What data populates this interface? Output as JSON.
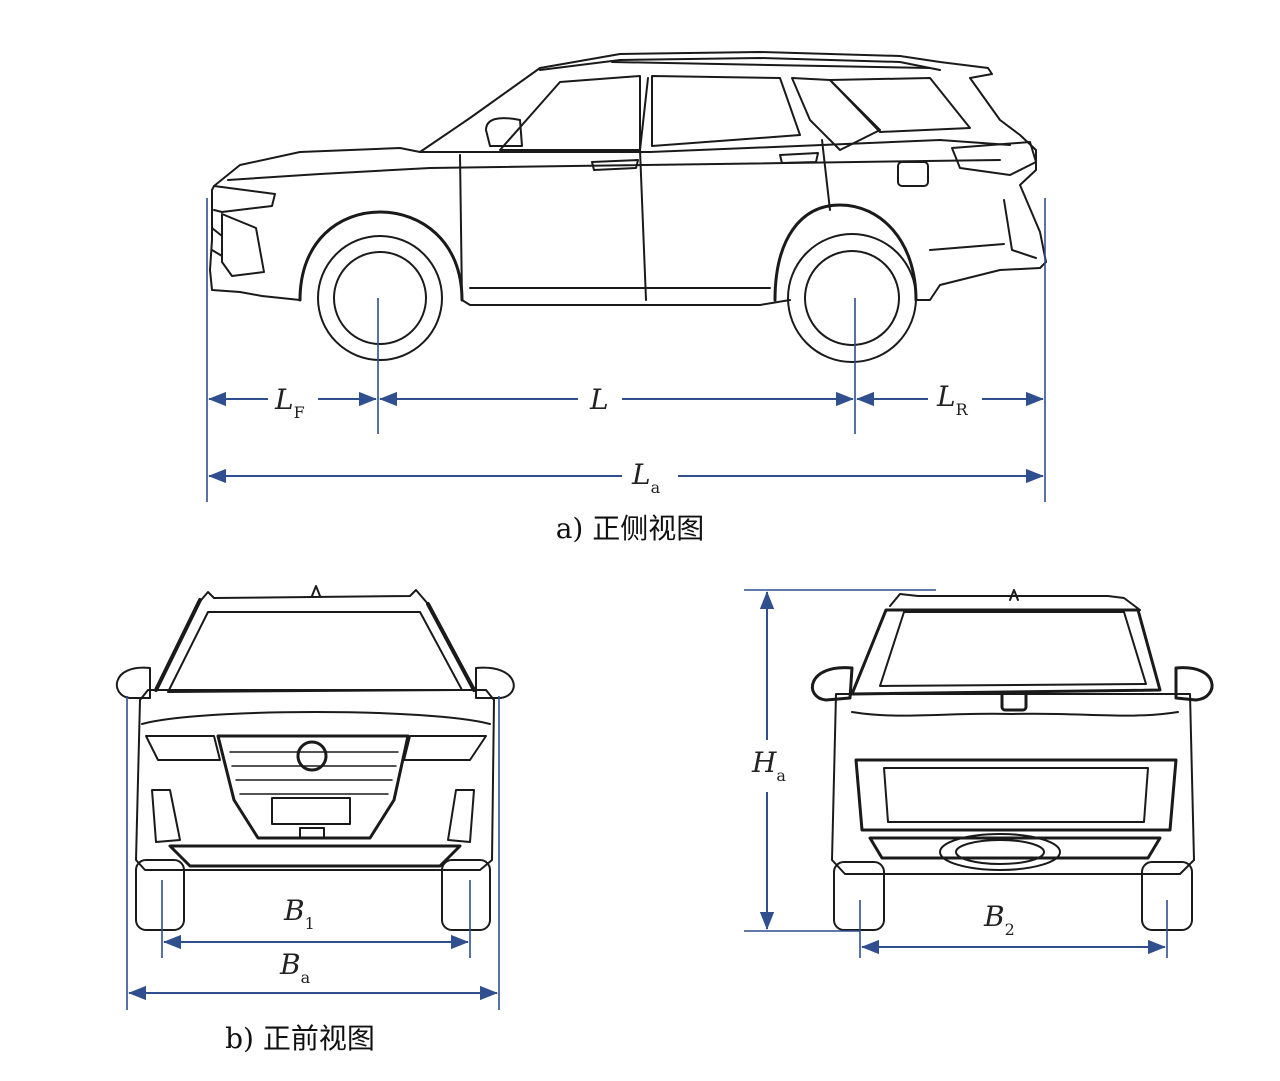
{
  "colors": {
    "dimension": "#2f4f8f",
    "line_art": "#1a1a1a",
    "background": "#ffffff"
  },
  "side_view": {
    "caption": "a) 正侧视图",
    "front_overhang": {
      "main": "L",
      "sub": "F"
    },
    "wheelbase": {
      "main": "L"
    },
    "rear_overhang": {
      "main": "L",
      "sub": "R"
    },
    "overall_length": {
      "main": "L",
      "sub": "a"
    }
  },
  "front_view": {
    "caption": "b) 正前视图",
    "front_track": {
      "main": "B",
      "sub": "1"
    },
    "overall_width": {
      "main": "B",
      "sub": "a"
    }
  },
  "rear_view": {
    "overall_height": {
      "main": "H",
      "sub": "a"
    },
    "rear_track": {
      "main": "B",
      "sub": "2"
    }
  }
}
